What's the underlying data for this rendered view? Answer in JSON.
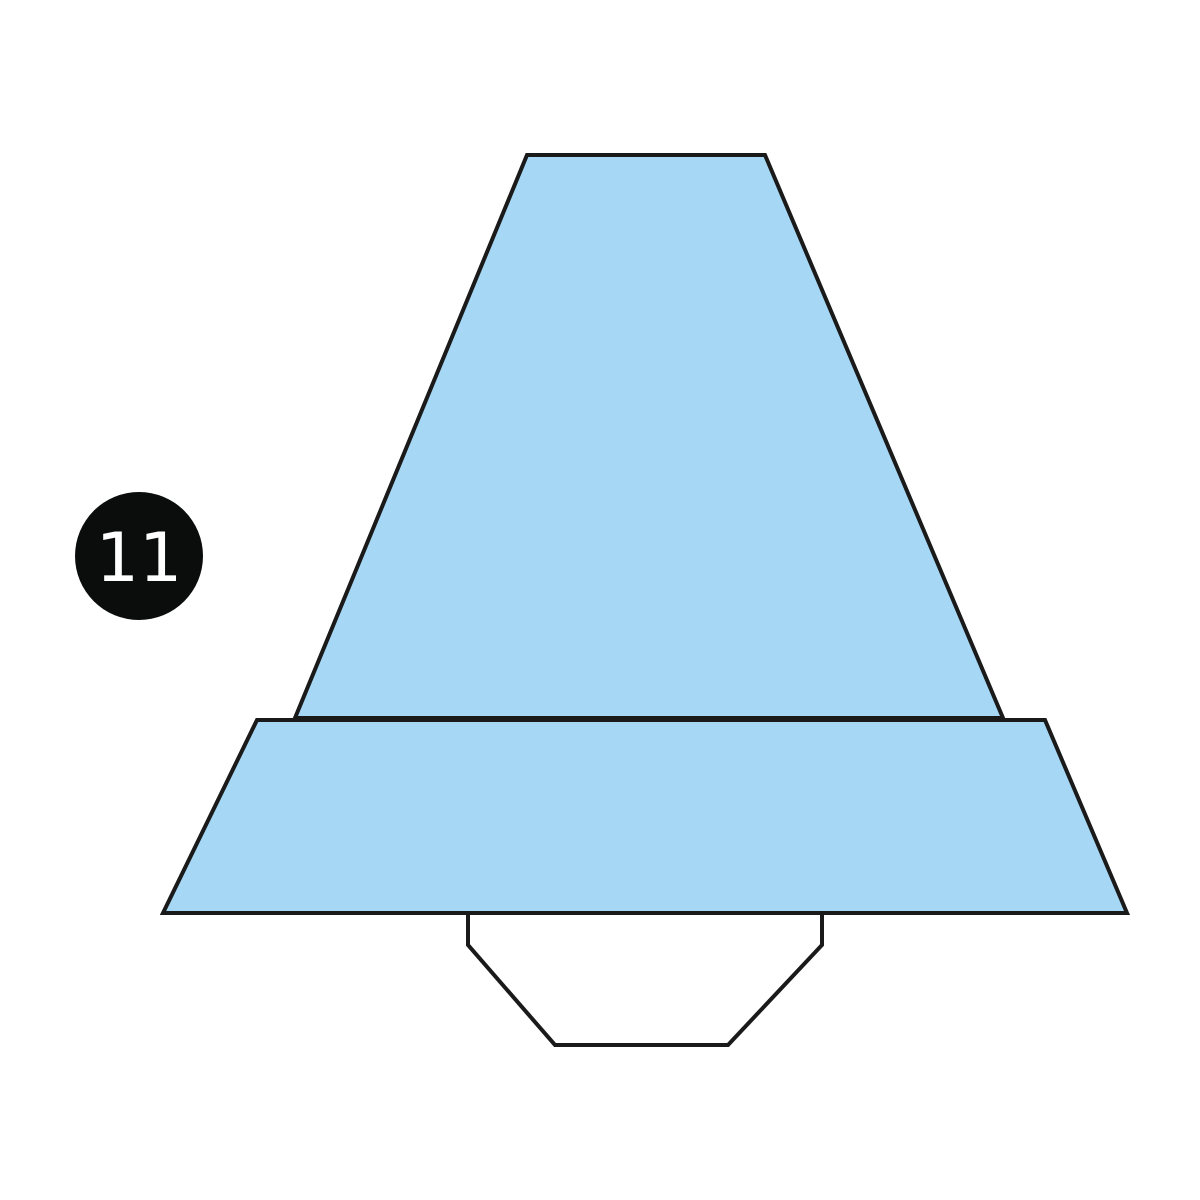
{
  "step": {
    "number": "11"
  },
  "colors": {
    "background": "#ffffff",
    "shade_fill": "#a6d8f5",
    "outline": "#1a1a1a",
    "bulb_fill": "#ffffff",
    "badge_fill": "#0b0c0c",
    "badge_text": "#ffffff"
  },
  "drawing": {
    "subject": "lamp-shade",
    "parts": [
      "lamp-shade-top",
      "lamp-shade-band",
      "lamp-bulb-base"
    ]
  }
}
